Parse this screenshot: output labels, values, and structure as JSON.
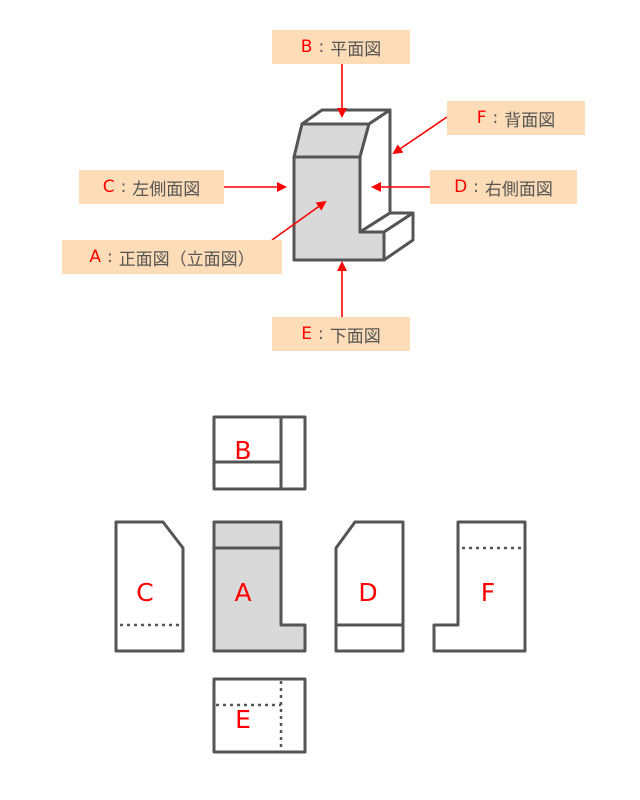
{
  "labels": {
    "B": {
      "key": "B",
      "sep": ":",
      "text": "平面図"
    },
    "F": {
      "key": "F",
      "sep": ":",
      "text": "背面図"
    },
    "C": {
      "key": "C",
      "sep": ":",
      "text": "左側面図"
    },
    "D": {
      "key": "D",
      "sep": ":",
      "text": "右側面図"
    },
    "A": {
      "key": "A",
      "sep": ":",
      "text": "正面図（立面図）"
    },
    "E": {
      "key": "E",
      "sep": ":",
      "text": "下面図"
    }
  },
  "views": {
    "B": "B",
    "C": "C",
    "A": "A",
    "D": "D",
    "F": "F",
    "E": "E"
  },
  "colors": {
    "accent": "#ff0000",
    "label_bg": "#fddcb8",
    "stroke": "#555555",
    "fill": "#d9d9d9"
  }
}
